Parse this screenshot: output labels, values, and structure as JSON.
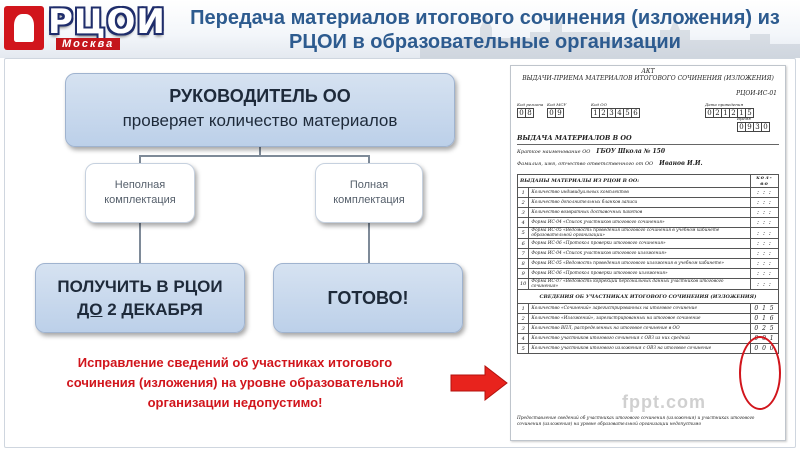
{
  "header": {
    "logo_text": "РЦОИ",
    "logo_city": "Москва",
    "title": "Передача материалов итогового сочинения (изложения) из РЦОИ в образовательные организации"
  },
  "flow": {
    "head_line1": "РУКОВОДИТЕЛЬ ОО",
    "head_line2": "проверяет количество материалов",
    "incomplete": "Неполная комплектация",
    "complete": "Полная комплектация",
    "get_line1": "ПОЛУЧИТЬ В РЦОИ",
    "get_line2_pre": "",
    "get_line2_u": "ДО",
    "get_line2_post": " 2 ДЕКАБРЯ",
    "ready": "ГОТОВО!",
    "warning": "Исправление сведений об участниках итогового сочинения (изложения) на уровне образовательной организации недопустимо!"
  },
  "document": {
    "act": "АКТ",
    "act_line2": "ВЫДАЧИ-ПРИЕМА МАТЕРИАЛОВ ИТОГОВОГО СОЧИНЕНИЯ (ИЗЛОЖЕНИЯ)",
    "act_line3": "",
    "form": "РЦОИ-ИС-01",
    "codes": [
      {
        "label": "Код региона",
        "cells": [
          "0",
          "8"
        ]
      },
      {
        "label": "Код МСУ",
        "cells": [
          "0",
          "9"
        ]
      },
      {
        "label": "Код ОО",
        "cells": [
          "1",
          "2",
          "3",
          "4",
          "5",
          "6"
        ]
      },
      {
        "label": "Дата проведения",
        "cells": [
          "0",
          "2",
          "1",
          "2",
          "1",
          "5"
        ]
      },
      {
        "label": "Время",
        "cells": [
          "0",
          "9",
          "3",
          "0"
        ]
      }
    ],
    "section1": "ВЫДАЧА МАТЕРИАЛОВ В ОО",
    "field1_label": "Краткое наименование ОО",
    "field1_value": "ГБОУ Школа № 150",
    "field2_label": "Фамилия, имя, отчество ответственного от ОО",
    "field2_value": "Иванов И.И.",
    "materials_header": "ВЫДАНЫ МАТЕРИАЛЫ ИЗ РЦОИ В ОО:",
    "materials_col": "кол-во",
    "materials": [
      {
        "n": "1",
        "text": "Количество индивидуальных комплектов",
        "v": ": : :"
      },
      {
        "n": "2",
        "text": "Количество дополнительных бланков записи",
        "v": ": : :"
      },
      {
        "n": "3",
        "text": "Количество возвратных доставочных пакетов",
        "v": ": : :"
      },
      {
        "n": "4",
        "text": "Форма ИС-04 «Список участников итогового сочинения»",
        "v": ": : :"
      },
      {
        "n": "5",
        "text": "Форма ИС-05 «Ведомость проведения итогового сочинения в учебном кабинете образовательной организации»",
        "v": ": : :"
      },
      {
        "n": "6",
        "text": "Форма ИС-06 «Протокол проверки итогового сочинения»",
        "v": ": : :"
      },
      {
        "n": "7",
        "text": "Форма ИС-04 «Список участников итогового изложения»",
        "v": ": : :"
      },
      {
        "n": "8",
        "text": "Форма ИС-05 «Ведомость проведения итогового изложения в учебном кабинете»",
        "v": ": : :"
      },
      {
        "n": "9",
        "text": "Форма ИС-06 «Протокол проверки итогового изложения»",
        "v": ": : :"
      },
      {
        "n": "10",
        "text": "Форма ИС-07 «Ведомость коррекции персональных данных участников итогового сочинения»",
        "v": ": : :"
      }
    ],
    "participants_header": "СВЕДЕНИЯ ОБ УЧАСТНИКАХ ИТОГОВОГО СОЧИНЕНИЯ (ИЗЛОЖЕНИЯ)",
    "participants": [
      {
        "n": "1",
        "text": "Количество «Сочинений» зарегистрированных на итоговое сочинение",
        "v": "0 1 5"
      },
      {
        "n": "2",
        "text": "Количество «Изложений», зарегистрированных на итоговое сочинение",
        "v": "0 1 6"
      },
      {
        "n": "3",
        "text": "Количество ВПЛ, распределенных на итоговое сочинение в ОО",
        "v": "0 2 5"
      },
      {
        "n": "4",
        "text": "Количество участников итогового сочинения с ОВЗ из них средний",
        "v": "0 0 1"
      },
      {
        "n": "5",
        "text": "Количество участников итогового изложения с ОВЗ на итоговое сочинение",
        "v": "0 0 0"
      }
    ],
    "footer": "Предоставление сведений об участниках итогового сочинения (изложения) и участниках итогового сочинения (изложения) на уровне образовательной организации недопустимо"
  },
  "watermark": "fppt.com",
  "colors": {
    "title": "#2d5b8f",
    "box_blue": "#c8d8ec",
    "warning_red": "#d1151c",
    "arrow_red": "#e8231d"
  }
}
